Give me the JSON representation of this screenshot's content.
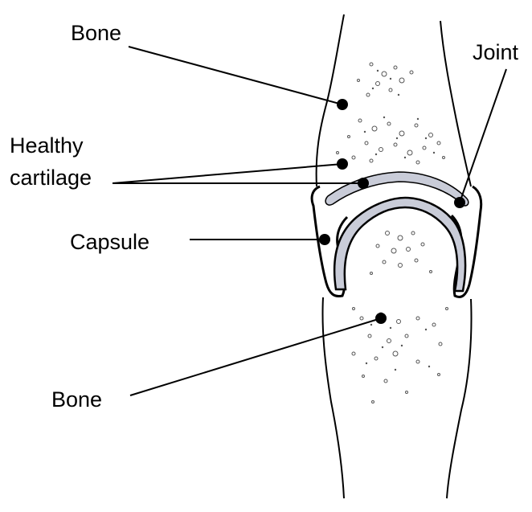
{
  "labels": {
    "bone_top": "Bone",
    "joint": "Joint",
    "healthy": "Healthy",
    "cartilage": "cartilage",
    "capsule": "Capsule",
    "bone_bottom": "Bone"
  },
  "colors": {
    "outline": "#000000",
    "cartilage_fill": "#c9ccd8",
    "bone_texture": "#555555",
    "background": "#ffffff"
  }
}
